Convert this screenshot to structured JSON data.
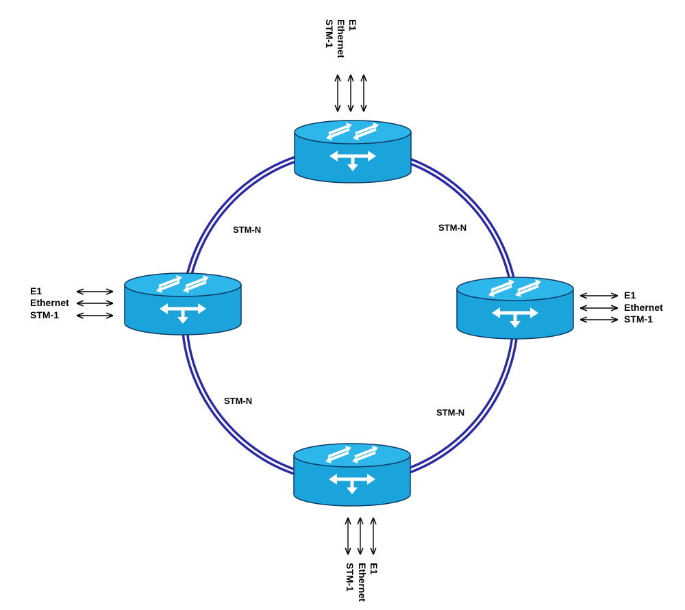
{
  "ring_links": [
    {
      "id": "top-left",
      "label": "STM-N"
    },
    {
      "id": "top-right",
      "label": "STM-N"
    },
    {
      "id": "bottom-left",
      "label": "STM-N"
    },
    {
      "id": "bottom-right",
      "label": "STM-N"
    }
  ],
  "nodes": [
    {
      "id": "top",
      "icon": "router-icon",
      "interfaces": [
        "E1",
        "Ethernet",
        "STM-1"
      ]
    },
    {
      "id": "left",
      "icon": "router-icon",
      "interfaces": [
        "E1",
        "Ethernet",
        "STM-1"
      ]
    },
    {
      "id": "right",
      "icon": "router-icon",
      "interfaces": [
        "E1",
        "Ethernet",
        "STM-1"
      ]
    },
    {
      "id": "bottom",
      "icon": "router-icon",
      "interfaces": [
        "E1",
        "Ethernet",
        "STM-1"
      ]
    }
  ],
  "colors": {
    "ring": "#2a2aa8",
    "node_fill": "#1ba3dc",
    "node_top": "#2cb6ea",
    "node_stroke": "#0d3b66",
    "arrow": "#000000"
  }
}
